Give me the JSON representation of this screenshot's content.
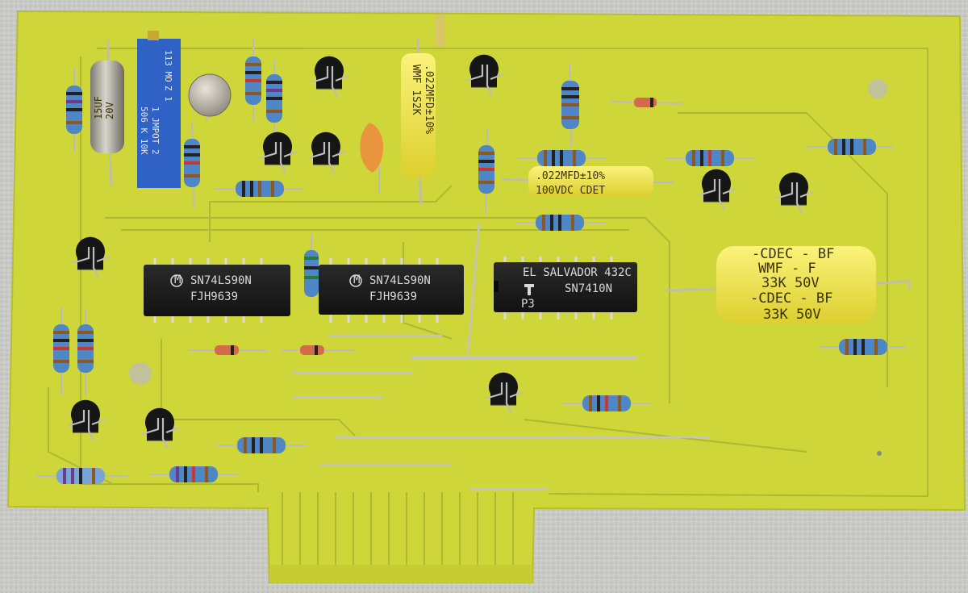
{
  "board": {
    "pcb_color": "#cfd63a",
    "trace_color": "#a9b431",
    "ic_color": "#1b1b1b",
    "resistor_color": "#4f86c6",
    "capacitor_yellow": "#f1e64a",
    "foam_color": "#c9cac6"
  },
  "chips": [
    {
      "id": "u1",
      "line1": "SN74LS90N",
      "line2": "FJH9639",
      "maker": "motorola-logo"
    },
    {
      "id": "u2",
      "line1": "SN74LS90N",
      "line2": "FJH9639",
      "maker": "motorola-logo"
    },
    {
      "id": "u3",
      "line0": "EL SALVADOR  432C",
      "line1": "SN7410N",
      "line2": "P3",
      "maker": "ti-logo"
    }
  ],
  "capacitors": {
    "c1": {
      "line1": "WMF 1S2K",
      "line2": ".022MFD±10%"
    },
    "c2": {
      "line1": ".022MFD±10%",
      "line2": "100VDC CDET"
    },
    "c3": {
      "line1": "-CDEC - BF",
      "line2": "WMF - F",
      "line3": "33K 50V",
      "line4": "-CDEC - BF",
      "line5": "33K 50V"
    },
    "c4": {
      "line1": "15UF",
      "line2": "20V"
    }
  },
  "trimmer": {
    "line1": "113 MO",
    "line2": "Z 1",
    "line3": "1 JMPOT 2",
    "line4": "506 K 10K"
  }
}
